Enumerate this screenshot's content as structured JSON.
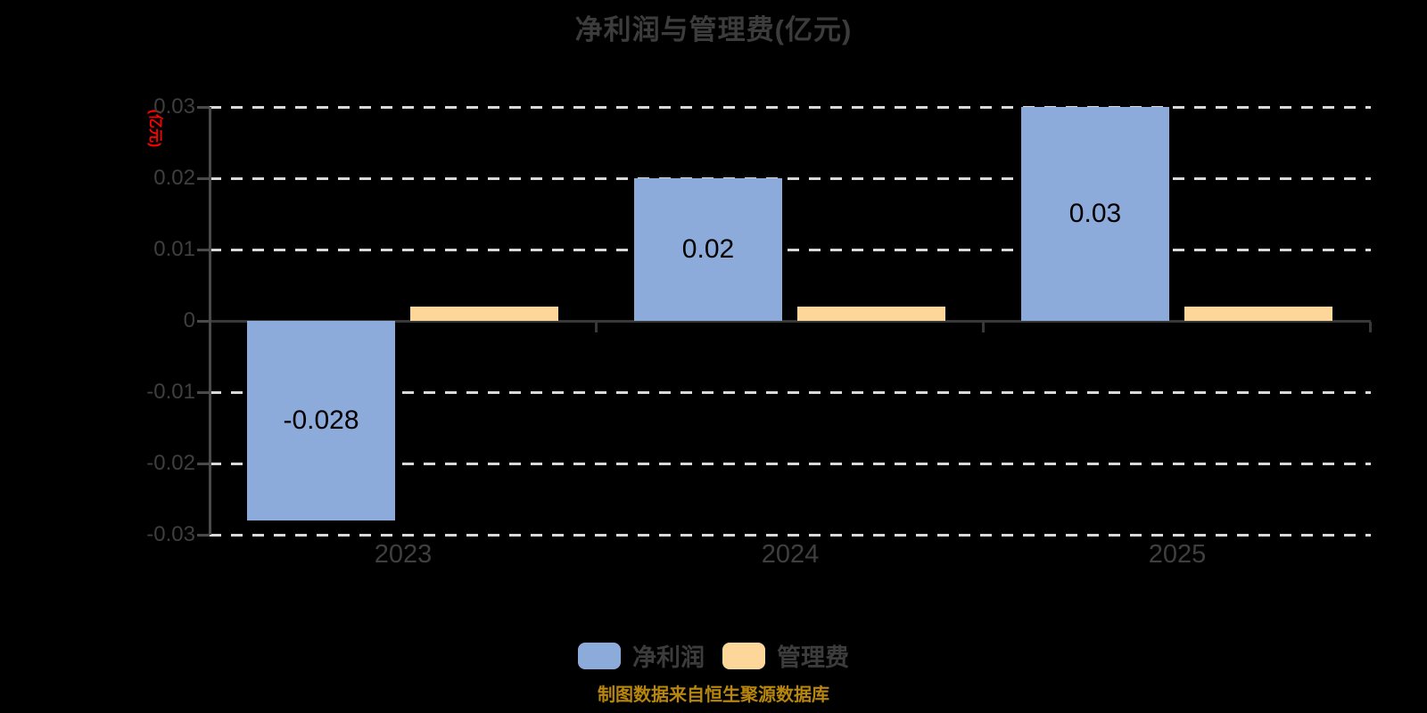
{
  "title": "净利润与管理费(亿元)",
  "y_axis_label": "(亿元)",
  "source": "制图数据来自恒生聚源数据库",
  "colors": {
    "background": "#000000",
    "net_profit_bar": "#8CABDB",
    "mgmt_fee_bar": "#FDD79A",
    "title_text": "#3C3C3C",
    "axis_text": "#3F3F3F",
    "grid_line": "#D9D9D9",
    "zero_axis_line": "#383838",
    "spine_line": "#4A4A4A",
    "y_unit_text": "#FF0000",
    "source_text": "#B8860B",
    "bar_label_text": "#000000"
  },
  "legend": [
    {
      "label": "净利润",
      "color": "#8CABDB"
    },
    {
      "label": "管理费",
      "color": "#FDD79A"
    }
  ],
  "chart_data": {
    "type": "bar",
    "title": "净利润与管理费(亿元)",
    "ylabel": "(亿元)",
    "categories": [
      "2023",
      "2024",
      "2025"
    ],
    "series": [
      {
        "name": "净利润",
        "color": "#8CABDB",
        "values": [
          -0.028,
          0.02,
          0.03
        ],
        "labels": [
          "-0.028",
          "0.02",
          "0.03"
        ]
      },
      {
        "name": "管理费",
        "color": "#FDD79A",
        "values": [
          0.002,
          0.002,
          0.002
        ],
        "labels": [
          "",
          "",
          ""
        ]
      }
    ],
    "ylim": [
      -0.03,
      0.03
    ],
    "yticks": [
      0.03,
      0.02,
      0.01,
      0,
      -0.01,
      -0.02,
      -0.03
    ],
    "ytick_labels": [
      "0.03",
      "0.02",
      "0.01",
      "0",
      "-0.01",
      "-0.02",
      "-0.03"
    ],
    "grid": "horizontal-dashed",
    "legend_position": "bottom",
    "xaxis_line_on_zero": true
  }
}
